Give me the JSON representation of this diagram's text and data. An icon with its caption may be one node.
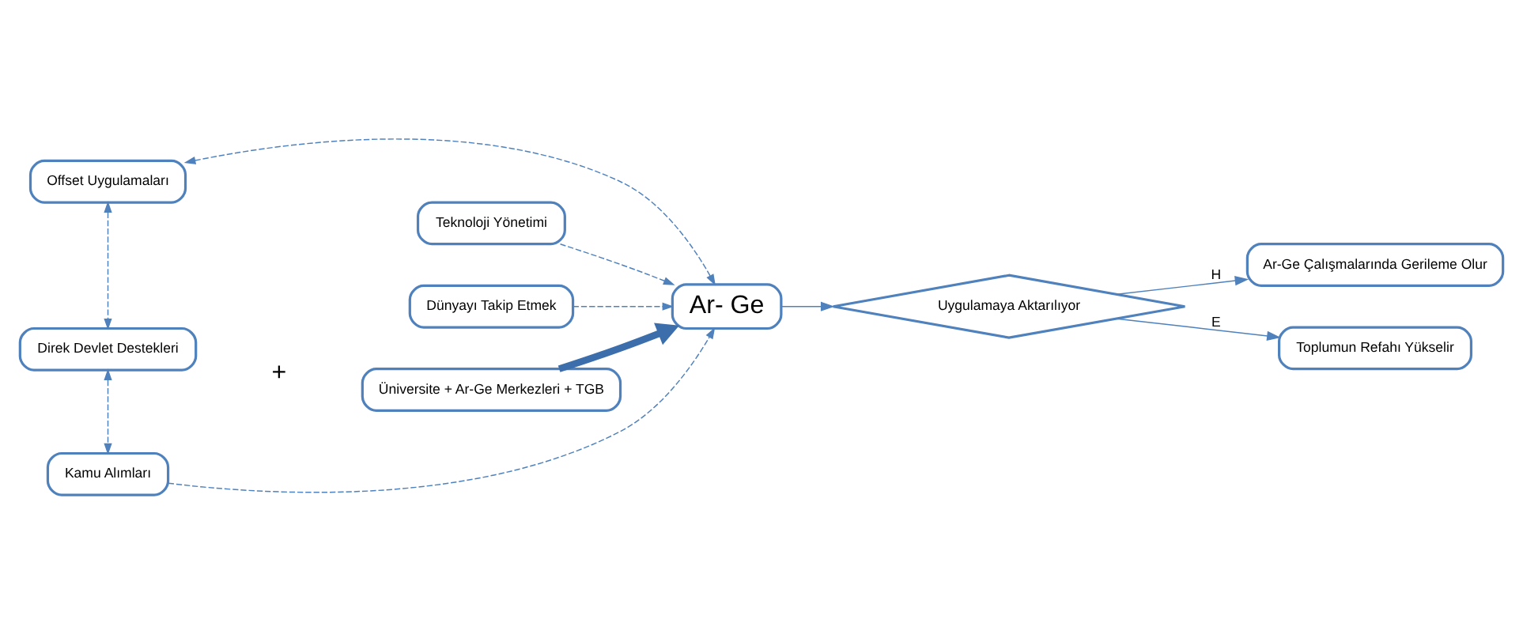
{
  "diagram": {
    "nodes": [
      {
        "text": [
          "Offset Uygulamaları"
        ]
      },
      {
        "text": [
          "Teknoloji Yönetimi"
        ]
      },
      {
        "text": [
          "Dünyayı Takip Etmek"
        ]
      },
      {
        "text": [
          "Direk Devlet Destekleri"
        ]
      },
      {
        "text": [
          "Üniversite + Ar-Ge Merkezleri + TGB"
        ]
      },
      {
        "text": [
          "Ar- Ge"
        ]
      },
      {
        "text": [
          "Kamu Alımları"
        ]
      },
      {
        "text": [
          "Uygulamaya Aktarılıyor"
        ]
      },
      {
        "text": [
          "Ar-Ge Çalışmalarında Gerileme Olur"
        ]
      },
      {
        "text": [
          "Toplumun Refahı Yükselir"
        ]
      }
    ],
    "edges": [
      {
        "from": 0,
        "to": 5,
        "arrow": "both",
        "style": "dashed"
      },
      {
        "from": 0,
        "to": 3,
        "arrow": "both",
        "style": "dashed"
      },
      {
        "from": 3,
        "to": 6,
        "arrow": "both",
        "style": "dashed"
      },
      {
        "from": 6,
        "to": 5,
        "arrow": "to",
        "style": "dashed"
      },
      {
        "from": 1,
        "to": 5,
        "arrow": "to",
        "style": "dashed"
      },
      {
        "from": 2,
        "to": 5,
        "arrow": "to",
        "style": "dashed"
      },
      {
        "from": 4,
        "to": 5,
        "arrow": "to",
        "style": "thick"
      },
      {
        "from": 5,
        "to": 7,
        "arrow": "to"
      },
      {
        "from": 7,
        "to": 8,
        "label": "H",
        "arrow": "to"
      },
      {
        "from": 7,
        "to": 9,
        "label": "E",
        "arrow": "to"
      }
    ],
    "labels": [
      "+"
    ]
  }
}
